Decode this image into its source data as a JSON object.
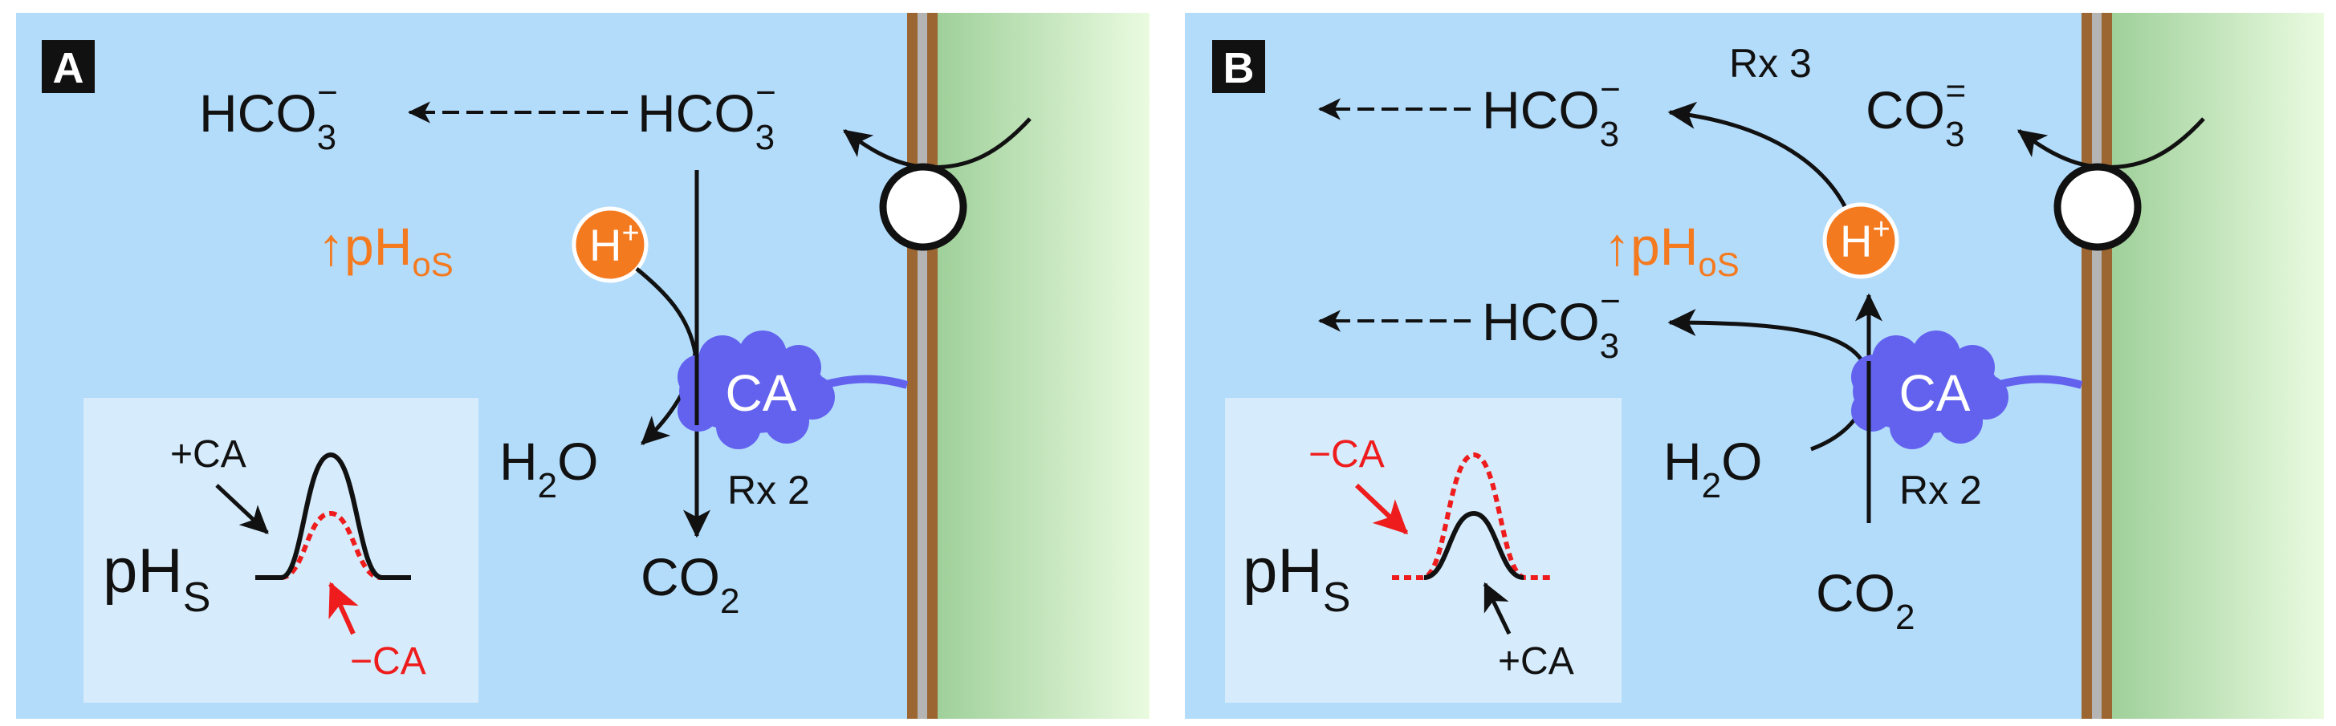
{
  "colors": {
    "background": "#b3dcfb",
    "inset": "#d6ecfc",
    "membrane": "#9c6632",
    "membrane_core": "#b4b4b4",
    "cell_start": "#9fd09a",
    "cell_end": "#e8fadf",
    "enzyme": "#6262ee",
    "proton": "#f47a20",
    "red": "#ee1c1c",
    "ink": "#111111",
    "white": "#ffffff"
  },
  "panelA": {
    "label": "A",
    "hco3_left": {
      "base": "HCO",
      "sub": "3",
      "sup": "−"
    },
    "hco3_right": {
      "base": "HCO",
      "sub": "3",
      "sup": "−"
    },
    "ph_arrow": "↑",
    "ph_base": "pH",
    "ph_sub": "oS",
    "proton": {
      "base": "H",
      "sup": "+"
    },
    "enzyme": "CA",
    "water": {
      "base": "H",
      "sub": "2",
      "tail": "O"
    },
    "co2": {
      "base": "CO",
      "sub": "2"
    },
    "reaction": "Rx 2",
    "inset": {
      "ph_base": "pH",
      "ph_sub": "S",
      "plus_ca": "+CA",
      "minus_ca": "−CA"
    }
  },
  "panelB": {
    "label": "B",
    "hco3_top": {
      "base": "HCO",
      "sub": "3",
      "sup": "−"
    },
    "hco3_mid": {
      "base": "HCO",
      "sub": "3",
      "sup": "−"
    },
    "carbonate": {
      "base": "CO",
      "sub": "3",
      "sup": "="
    },
    "reaction3": "Rx 3",
    "ph_arrow": "↑",
    "ph_base": "pH",
    "ph_sub": "oS",
    "proton": {
      "base": "H",
      "sup": "+"
    },
    "enzyme": "CA",
    "water": {
      "base": "H",
      "sub": "2",
      "tail": "O"
    },
    "co2": {
      "base": "CO",
      "sub": "2"
    },
    "reaction2": "Rx 2",
    "inset": {
      "ph_base": "pH",
      "ph_sub": "S",
      "plus_ca": "+CA",
      "minus_ca": "−CA"
    }
  }
}
